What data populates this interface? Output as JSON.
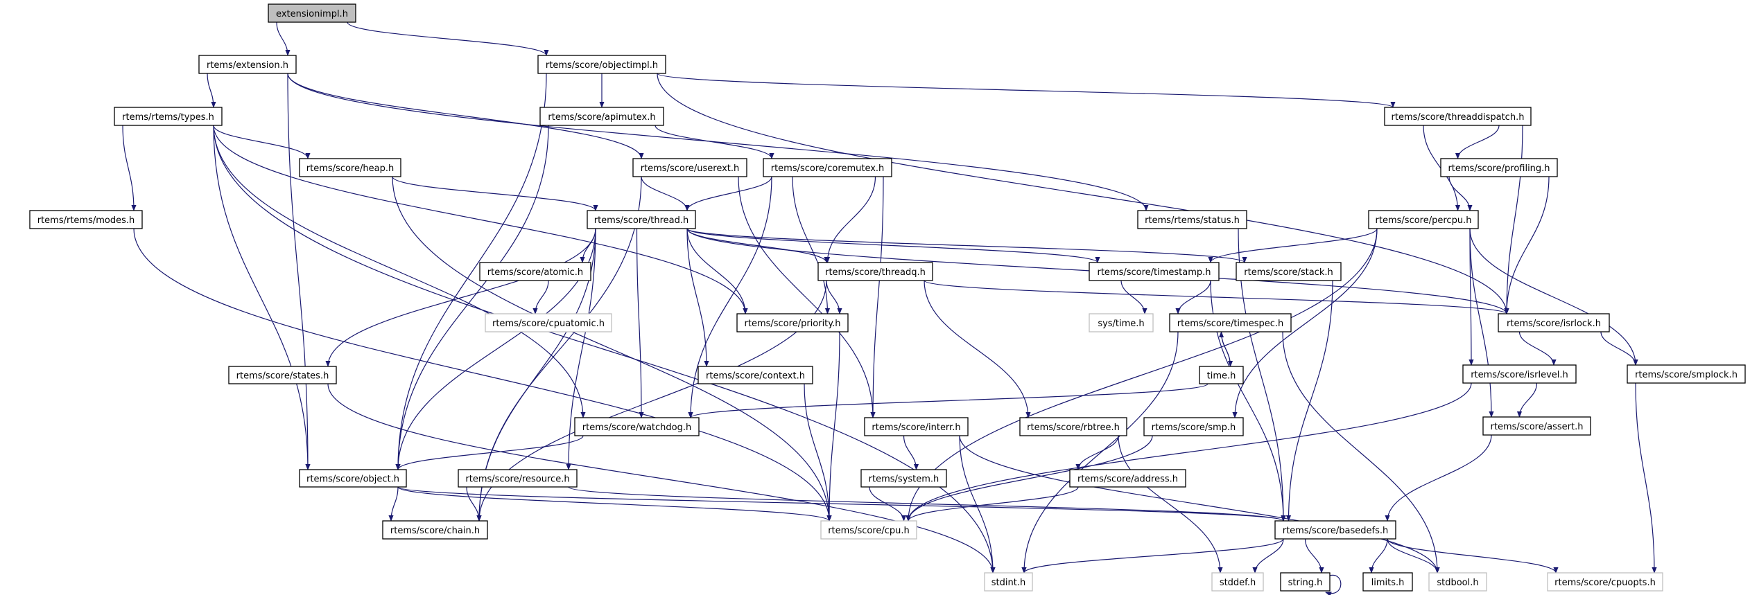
{
  "colors": {
    "edge": "#191970",
    "root_fill": "#bfbfbf",
    "node_border": "#000000",
    "external_border": "#bfbfbf"
  },
  "nodes": [
    {
      "id": "extensionimpl",
      "label": "extensionimpl.h",
      "kind": "root"
    },
    {
      "id": "extension",
      "label": "rtems/extension.h",
      "kind": "documented"
    },
    {
      "id": "objectimpl",
      "label": "rtems/score/objectimpl.h",
      "kind": "documented"
    },
    {
      "id": "types",
      "label": "rtems/rtems/types.h",
      "kind": "documented"
    },
    {
      "id": "apimutex",
      "label": "rtems/score/apimutex.h",
      "kind": "documented"
    },
    {
      "id": "threaddispatch",
      "label": "rtems/score/threaddispatch.h",
      "kind": "documented"
    },
    {
      "id": "heap",
      "label": "rtems/score/heap.h",
      "kind": "documented"
    },
    {
      "id": "userext",
      "label": "rtems/score/userext.h",
      "kind": "documented"
    },
    {
      "id": "coremutex",
      "label": "rtems/score/coremutex.h",
      "kind": "documented"
    },
    {
      "id": "profiling",
      "label": "rtems/score/profiling.h",
      "kind": "documented"
    },
    {
      "id": "modes",
      "label": "rtems/rtems/modes.h",
      "kind": "documented"
    },
    {
      "id": "thread",
      "label": "rtems/score/thread.h",
      "kind": "documented"
    },
    {
      "id": "status",
      "label": "rtems/rtems/status.h",
      "kind": "documented"
    },
    {
      "id": "percpu",
      "label": "rtems/score/percpu.h",
      "kind": "documented"
    },
    {
      "id": "atomic",
      "label": "rtems/score/atomic.h",
      "kind": "documented"
    },
    {
      "id": "threadq",
      "label": "rtems/score/threadq.h",
      "kind": "documented"
    },
    {
      "id": "timestamp",
      "label": "rtems/score/timestamp.h",
      "kind": "documented"
    },
    {
      "id": "stack",
      "label": "rtems/score/stack.h",
      "kind": "documented"
    },
    {
      "id": "cpuatomic",
      "label": "rtems/score/cpuatomic.h",
      "kind": "external"
    },
    {
      "id": "priority",
      "label": "rtems/score/priority.h",
      "kind": "documented"
    },
    {
      "id": "systime",
      "label": "sys/time.h",
      "kind": "external"
    },
    {
      "id": "timespec",
      "label": "rtems/score/timespec.h",
      "kind": "documented"
    },
    {
      "id": "isrlock",
      "label": "rtems/score/isrlock.h",
      "kind": "documented"
    },
    {
      "id": "states",
      "label": "rtems/score/states.h",
      "kind": "documented"
    },
    {
      "id": "context",
      "label": "rtems/score/context.h",
      "kind": "documented"
    },
    {
      "id": "time",
      "label": "time.h",
      "kind": "documented"
    },
    {
      "id": "isrlevel",
      "label": "rtems/score/isrlevel.h",
      "kind": "documented"
    },
    {
      "id": "smplock",
      "label": "rtems/score/smplock.h",
      "kind": "documented"
    },
    {
      "id": "watchdog",
      "label": "rtems/score/watchdog.h",
      "kind": "documented"
    },
    {
      "id": "interr",
      "label": "rtems/score/interr.h",
      "kind": "documented"
    },
    {
      "id": "rbtree",
      "label": "rtems/score/rbtree.h",
      "kind": "documented"
    },
    {
      "id": "smp",
      "label": "rtems/score/smp.h",
      "kind": "documented"
    },
    {
      "id": "assert",
      "label": "rtems/score/assert.h",
      "kind": "documented"
    },
    {
      "id": "object",
      "label": "rtems/score/object.h",
      "kind": "documented"
    },
    {
      "id": "resource",
      "label": "rtems/score/resource.h",
      "kind": "documented"
    },
    {
      "id": "system",
      "label": "rtems/system.h",
      "kind": "documented"
    },
    {
      "id": "address",
      "label": "rtems/score/address.h",
      "kind": "documented"
    },
    {
      "id": "chain",
      "label": "rtems/score/chain.h",
      "kind": "documented"
    },
    {
      "id": "cpu",
      "label": "rtems/score/cpu.h",
      "kind": "external"
    },
    {
      "id": "basedefs",
      "label": "rtems/score/basedefs.h",
      "kind": "documented"
    },
    {
      "id": "stdint",
      "label": "stdint.h",
      "kind": "external"
    },
    {
      "id": "stddef",
      "label": "stddef.h",
      "kind": "external"
    },
    {
      "id": "string",
      "label": "string.h",
      "kind": "documented"
    },
    {
      "id": "limits",
      "label": "limits.h",
      "kind": "documented"
    },
    {
      "id": "stdbool",
      "label": "stdbool.h",
      "kind": "external"
    },
    {
      "id": "cpuopts",
      "label": "rtems/score/cpuopts.h",
      "kind": "external"
    }
  ],
  "edges": [
    [
      "extensionimpl",
      "extension"
    ],
    [
      "extensionimpl",
      "objectimpl"
    ],
    [
      "extension",
      "types"
    ],
    [
      "extension",
      "userext"
    ],
    [
      "extension",
      "status"
    ],
    [
      "extension",
      "object"
    ],
    [
      "objectimpl",
      "apimutex"
    ],
    [
      "objectimpl",
      "threaddispatch"
    ],
    [
      "objectimpl",
      "isrlock"
    ],
    [
      "objectimpl",
      "object"
    ],
    [
      "types",
      "modes"
    ],
    [
      "types",
      "heap"
    ],
    [
      "types",
      "object"
    ],
    [
      "types",
      "watchdog"
    ],
    [
      "types",
      "priority"
    ],
    [
      "types",
      "stdint"
    ],
    [
      "modes",
      "cpu"
    ],
    [
      "apimutex",
      "coremutex"
    ],
    [
      "apimutex",
      "object"
    ],
    [
      "heap",
      "thread"
    ],
    [
      "heap",
      "cpu"
    ],
    [
      "userext",
      "thread"
    ],
    [
      "userext",
      "chain"
    ],
    [
      "userext",
      "interr"
    ],
    [
      "coremutex",
      "thread"
    ],
    [
      "coremutex",
      "threadq"
    ],
    [
      "coremutex",
      "priority"
    ],
    [
      "coremutex",
      "watchdog"
    ],
    [
      "coremutex",
      "interr"
    ],
    [
      "thread",
      "atomic"
    ],
    [
      "thread",
      "states"
    ],
    [
      "thread",
      "resource"
    ],
    [
      "thread",
      "object"
    ],
    [
      "thread",
      "watchdog"
    ],
    [
      "thread",
      "context"
    ],
    [
      "thread",
      "priority"
    ],
    [
      "thread",
      "threadq"
    ],
    [
      "thread",
      "timestamp"
    ],
    [
      "thread",
      "stack"
    ],
    [
      "thread",
      "isrlock"
    ],
    [
      "thread",
      "chain"
    ],
    [
      "atomic",
      "cpuatomic"
    ],
    [
      "threadq",
      "priority"
    ],
    [
      "threadq",
      "rbtree"
    ],
    [
      "threadq",
      "chain"
    ],
    [
      "threadq",
      "isrlock"
    ],
    [
      "status",
      "basedefs"
    ],
    [
      "threaddispatch",
      "profiling"
    ],
    [
      "threaddispatch",
      "percpu"
    ],
    [
      "threaddispatch",
      "isrlock"
    ],
    [
      "profiling",
      "percpu"
    ],
    [
      "profiling",
      "isrlock"
    ],
    [
      "percpu",
      "timestamp"
    ],
    [
      "percpu",
      "cpu"
    ],
    [
      "percpu",
      "smp"
    ],
    [
      "percpu",
      "isrlevel"
    ],
    [
      "percpu",
      "assert"
    ],
    [
      "percpu",
      "smplock"
    ],
    [
      "timestamp",
      "systime"
    ],
    [
      "timestamp",
      "timespec"
    ],
    [
      "timestamp",
      "basedefs"
    ],
    [
      "stack",
      "basedefs"
    ],
    [
      "priority",
      "cpu"
    ],
    [
      "timespec",
      "time"
    ],
    [
      "timespec",
      "stdint"
    ],
    [
      "timespec",
      "stdbool"
    ],
    [
      "time",
      "timespec"
    ],
    [
      "time",
      "watchdog"
    ],
    [
      "isrlock",
      "isrlevel"
    ],
    [
      "isrlock",
      "smplock"
    ],
    [
      "isrlevel",
      "assert"
    ],
    [
      "isrlevel",
      "cpu"
    ],
    [
      "smplock",
      "cpuopts"
    ],
    [
      "assert",
      "basedefs"
    ],
    [
      "states",
      "stdint"
    ],
    [
      "context",
      "cpu"
    ],
    [
      "watchdog",
      "object"
    ],
    [
      "interr",
      "system"
    ],
    [
      "interr",
      "stdint"
    ],
    [
      "interr",
      "stdbool"
    ],
    [
      "rbtree",
      "address"
    ],
    [
      "rbtree",
      "stddef"
    ],
    [
      "smp",
      "cpu"
    ],
    [
      "address",
      "cpu"
    ],
    [
      "system",
      "cpu"
    ],
    [
      "object",
      "chain"
    ],
    [
      "object",
      "cpu"
    ],
    [
      "object",
      "basedefs"
    ],
    [
      "resource",
      "chain"
    ],
    [
      "resource",
      "basedefs"
    ],
    [
      "basedefs",
      "stdint"
    ],
    [
      "basedefs",
      "stddef"
    ],
    [
      "basedefs",
      "string"
    ],
    [
      "basedefs",
      "limits"
    ],
    [
      "basedefs",
      "stdbool"
    ],
    [
      "basedefs",
      "cpuopts"
    ],
    [
      "string",
      "string"
    ]
  ]
}
